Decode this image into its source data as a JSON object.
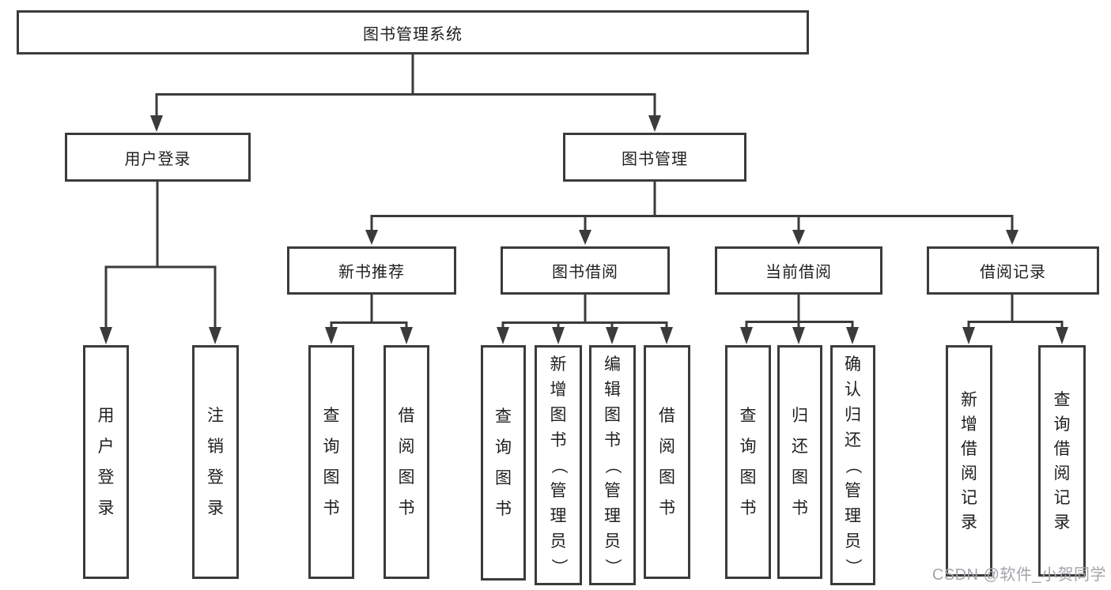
{
  "tree": {
    "root": {
      "label": "图书管理系统",
      "children": [
        {
          "label": "用户登录",
          "children": [
            {
              "label": "用户登录"
            },
            {
              "label": "注销登录"
            }
          ]
        },
        {
          "label": "图书管理",
          "children": [
            {
              "label": "新书推荐",
              "children": [
                {
                  "label": "查询图书"
                },
                {
                  "label": "借阅图书"
                }
              ]
            },
            {
              "label": "图书借阅",
              "children": [
                {
                  "label": "查询图书"
                },
                {
                  "label": "新增图书（管理员）"
                },
                {
                  "label": "编辑图书（管理员）"
                },
                {
                  "label": "借阅图书"
                }
              ]
            },
            {
              "label": "当前借阅",
              "children": [
                {
                  "label": "查询图书"
                },
                {
                  "label": "归还图书"
                },
                {
                  "label": "确认归还（管理员）"
                }
              ]
            },
            {
              "label": "借阅记录",
              "children": [
                {
                  "label": "新增借阅记录"
                },
                {
                  "label": "查询借阅记录"
                }
              ]
            }
          ]
        }
      ]
    }
  },
  "watermark": {
    "text": "CSDN @软件_小贺同学"
  },
  "colors": {
    "line": "#3b3b3b",
    "text": "#1f1f1f",
    "watermark": "#a4a4aa",
    "background": "#ffffff"
  }
}
